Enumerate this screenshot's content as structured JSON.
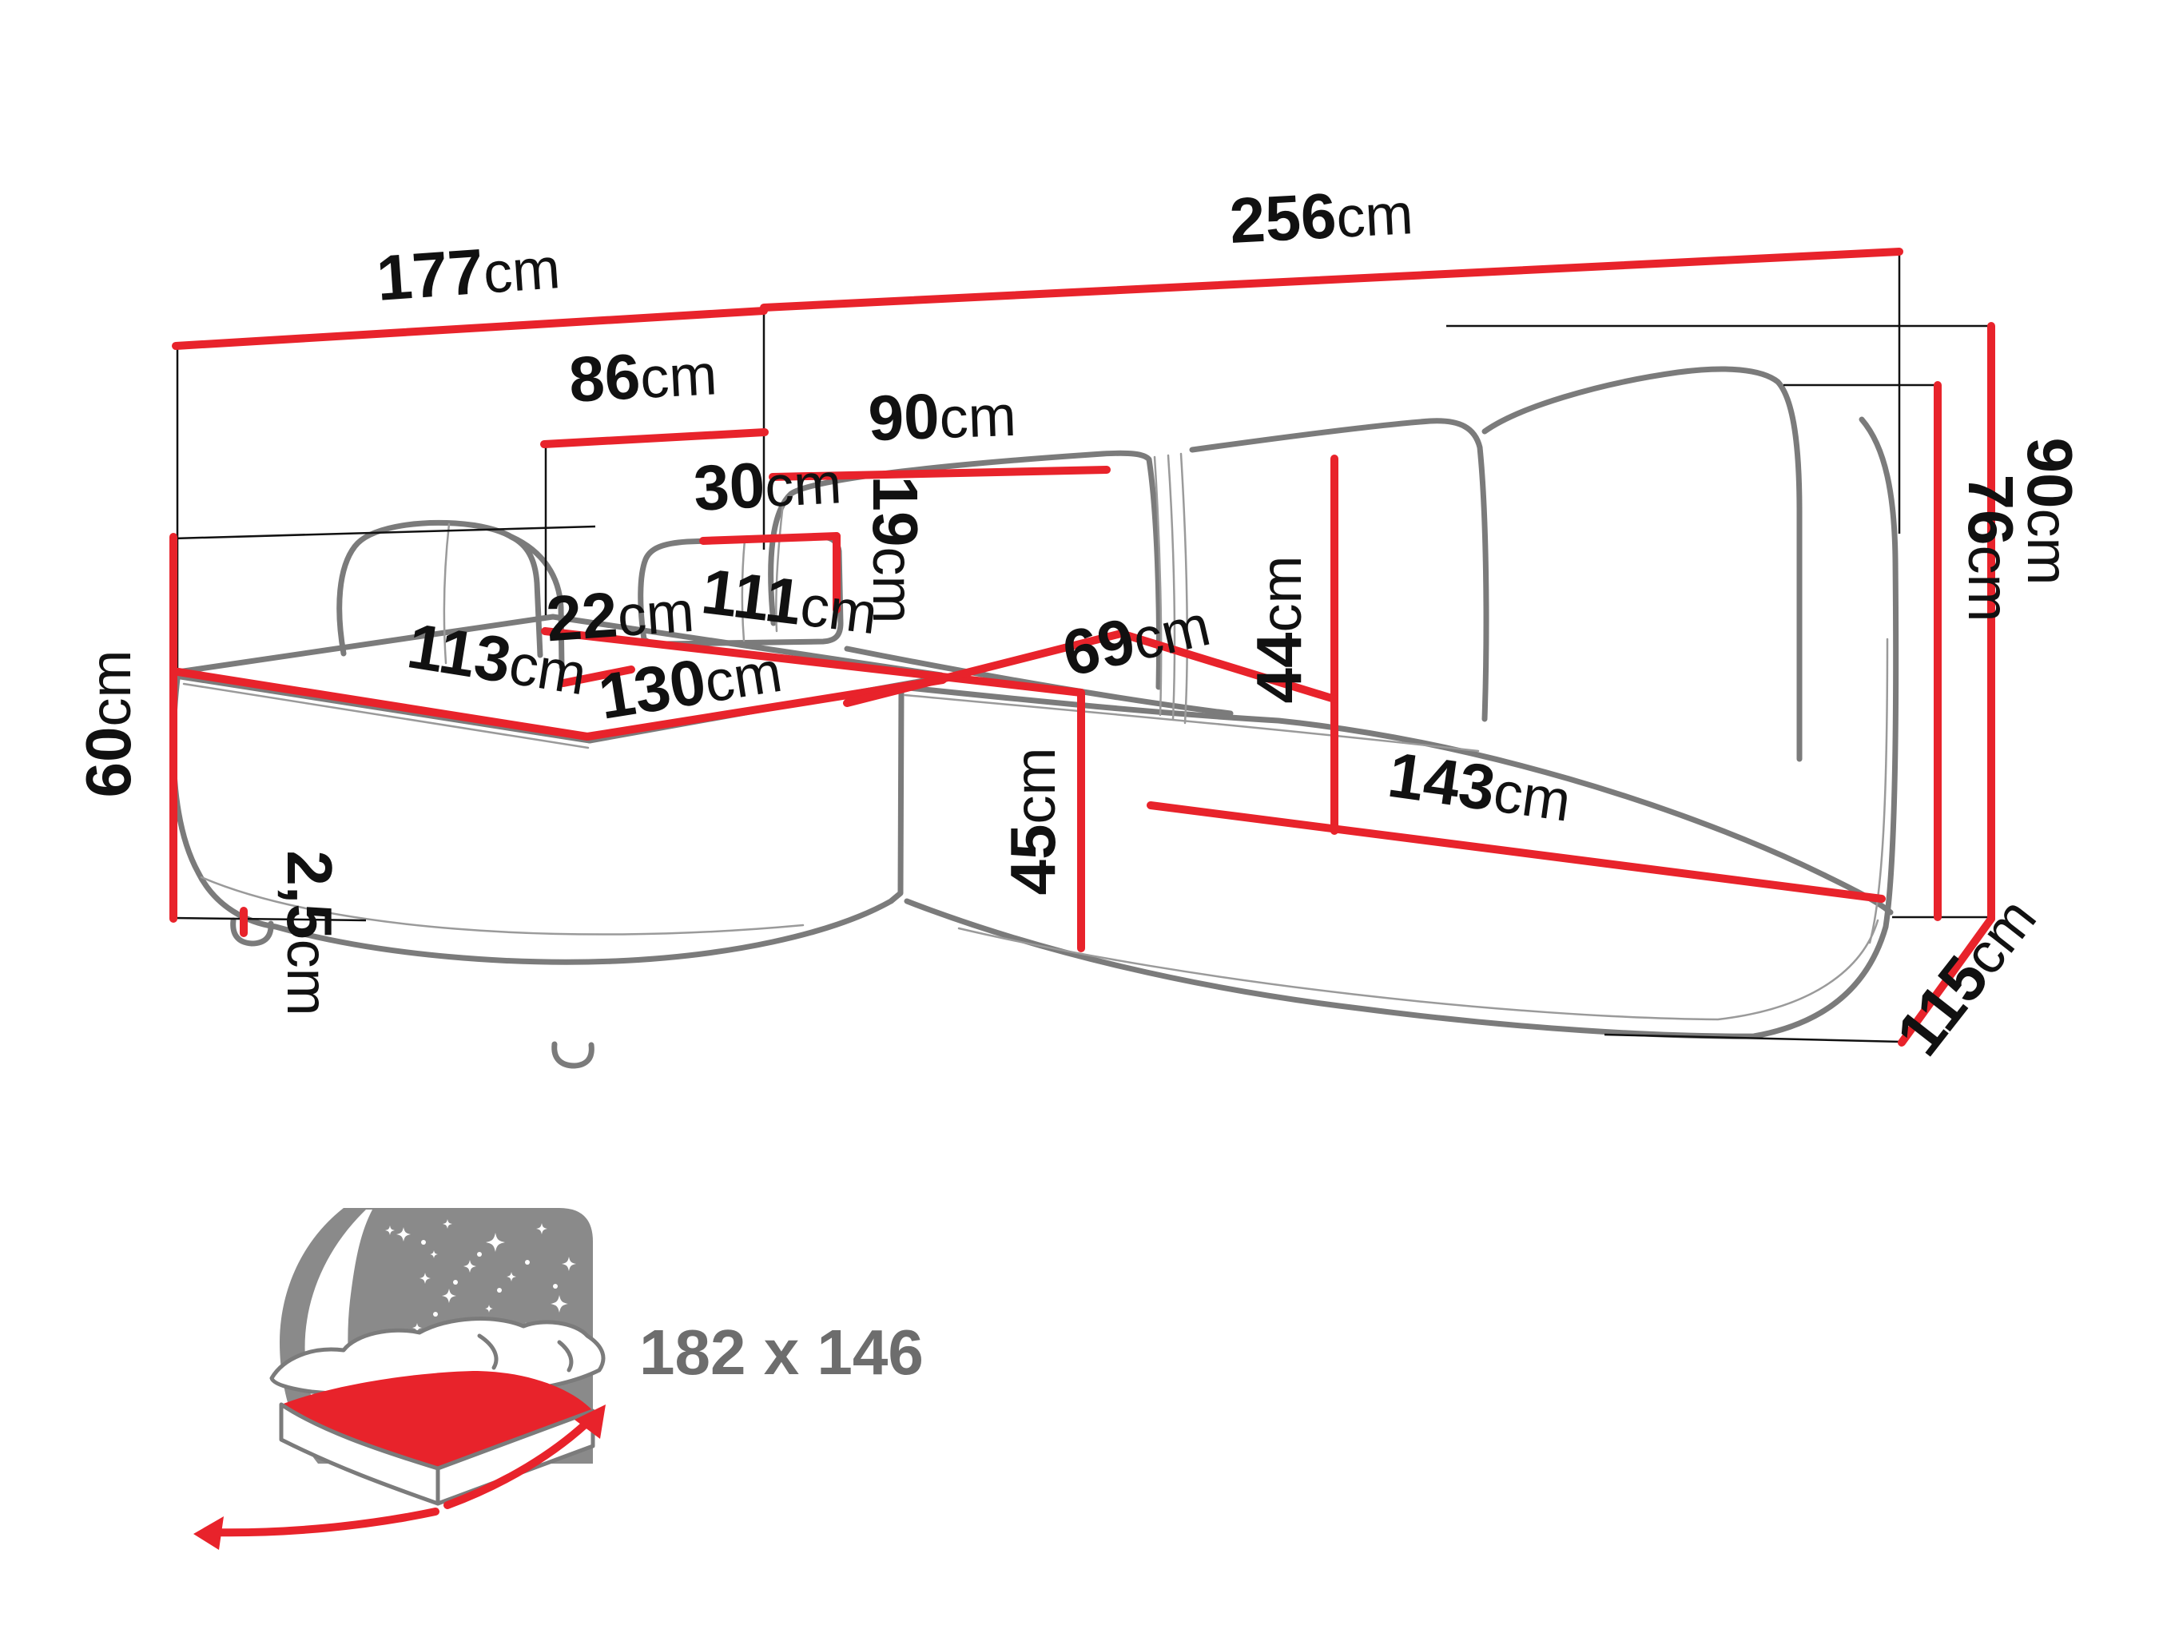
{
  "diagram": {
    "type": "corner-sofa dimension drawing",
    "background": "#ffffff"
  },
  "colors": {
    "dimension_red": "#e8232b",
    "outline_gray": "#7b7b7b",
    "accent_gray": "#9a9a9a",
    "extension_black": "#111111",
    "label_black": "#111111",
    "icon_gray": "#8a8a8a",
    "size_text_gray": "#6d6d6d",
    "white": "#ffffff"
  },
  "dims": {
    "total_width_left": {
      "value": "177",
      "unit": "cm"
    },
    "total_width_right": {
      "value": "256",
      "unit": "cm"
    },
    "back_section_width": {
      "value": "86",
      "unit": "cm"
    },
    "back_cushion_width": {
      "value": "90",
      "unit": "cm"
    },
    "headrest_cushion_width": {
      "value": "30",
      "unit": "cm"
    },
    "armrest_cushion_width": {
      "value": "22",
      "unit": "cm"
    },
    "headrest_cushion_height": {
      "value": "19",
      "unit": "cm"
    },
    "back_cushion_height": {
      "value": "44",
      "unit": "cm"
    },
    "chaise_back_length": {
      "value": "111",
      "unit": "cm"
    },
    "chaise_front_length": {
      "value": "113",
      "unit": "cm"
    },
    "chaise_total_width": {
      "value": "130",
      "unit": "cm"
    },
    "seat_depth": {
      "value": "69",
      "unit": "cm"
    },
    "right_seat_width": {
      "value": "143",
      "unit": "cm"
    },
    "left_arm_height": {
      "value": "60",
      "unit": "cm"
    },
    "leg_height": {
      "value": "2,5",
      "unit": "cm"
    },
    "seat_height": {
      "value": "45",
      "unit": "cm"
    },
    "total_back_height": {
      "value": "90",
      "unit": "cm"
    },
    "right_arm_height": {
      "value": "76",
      "unit": "cm"
    },
    "right_depth": {
      "value": "115",
      "unit": "cm"
    }
  },
  "sleeping_function": {
    "size_label": "182 x 146"
  }
}
